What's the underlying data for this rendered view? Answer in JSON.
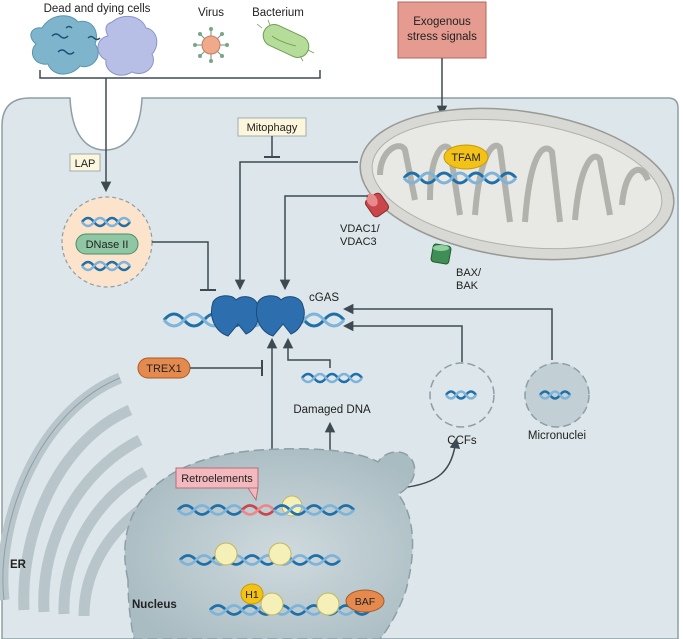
{
  "labels": {
    "dead_cells": "Dead and dying cells",
    "virus": "Virus",
    "bacterium": "Bacterium",
    "exogenous_line1": "Exogenous",
    "exogenous_line2": "stress signals",
    "mitophagy": "Mitophagy",
    "lap": "LAP",
    "dnase": "DNase II",
    "tfam": "TFAM",
    "vdac_line1": "VDAC1/",
    "vdac_line2": "VDAC3",
    "bax_line1": "BAX/",
    "bax_line2": "BAK",
    "cgas": "cGAS",
    "trex1": "TREX1",
    "damaged_dna": "Damaged DNA",
    "ccfs": "CCFs",
    "micronuclei": "Micronuclei",
    "retroelements": "Retroelements",
    "er": "ER",
    "nucleus": "Nucleus",
    "h1": "H1",
    "baf": "BAF"
  },
  "colors": {
    "cell_fill": "#dde6ea",
    "cell_stroke": "#8e9ea6",
    "nucleus_fill": "#b7c8ce",
    "dna_blue": "#1f6fa8",
    "dna_light": "#7fb3d9",
    "cgas_blue": "#2d6fae",
    "trex1_orange": "#e58a4e",
    "dnase_green": "#8fc6a3",
    "tfam_yellow": "#f3c218",
    "exogenous_fill": "#e59b90",
    "retro_pink": "#f3b9bf",
    "vdac_red": "#c9474a",
    "bax_green": "#3f8e55",
    "mito_fill": "#d8d8d4",
    "label_box_fill": "#fbf6dc",
    "arrow": "#3d4a52"
  }
}
